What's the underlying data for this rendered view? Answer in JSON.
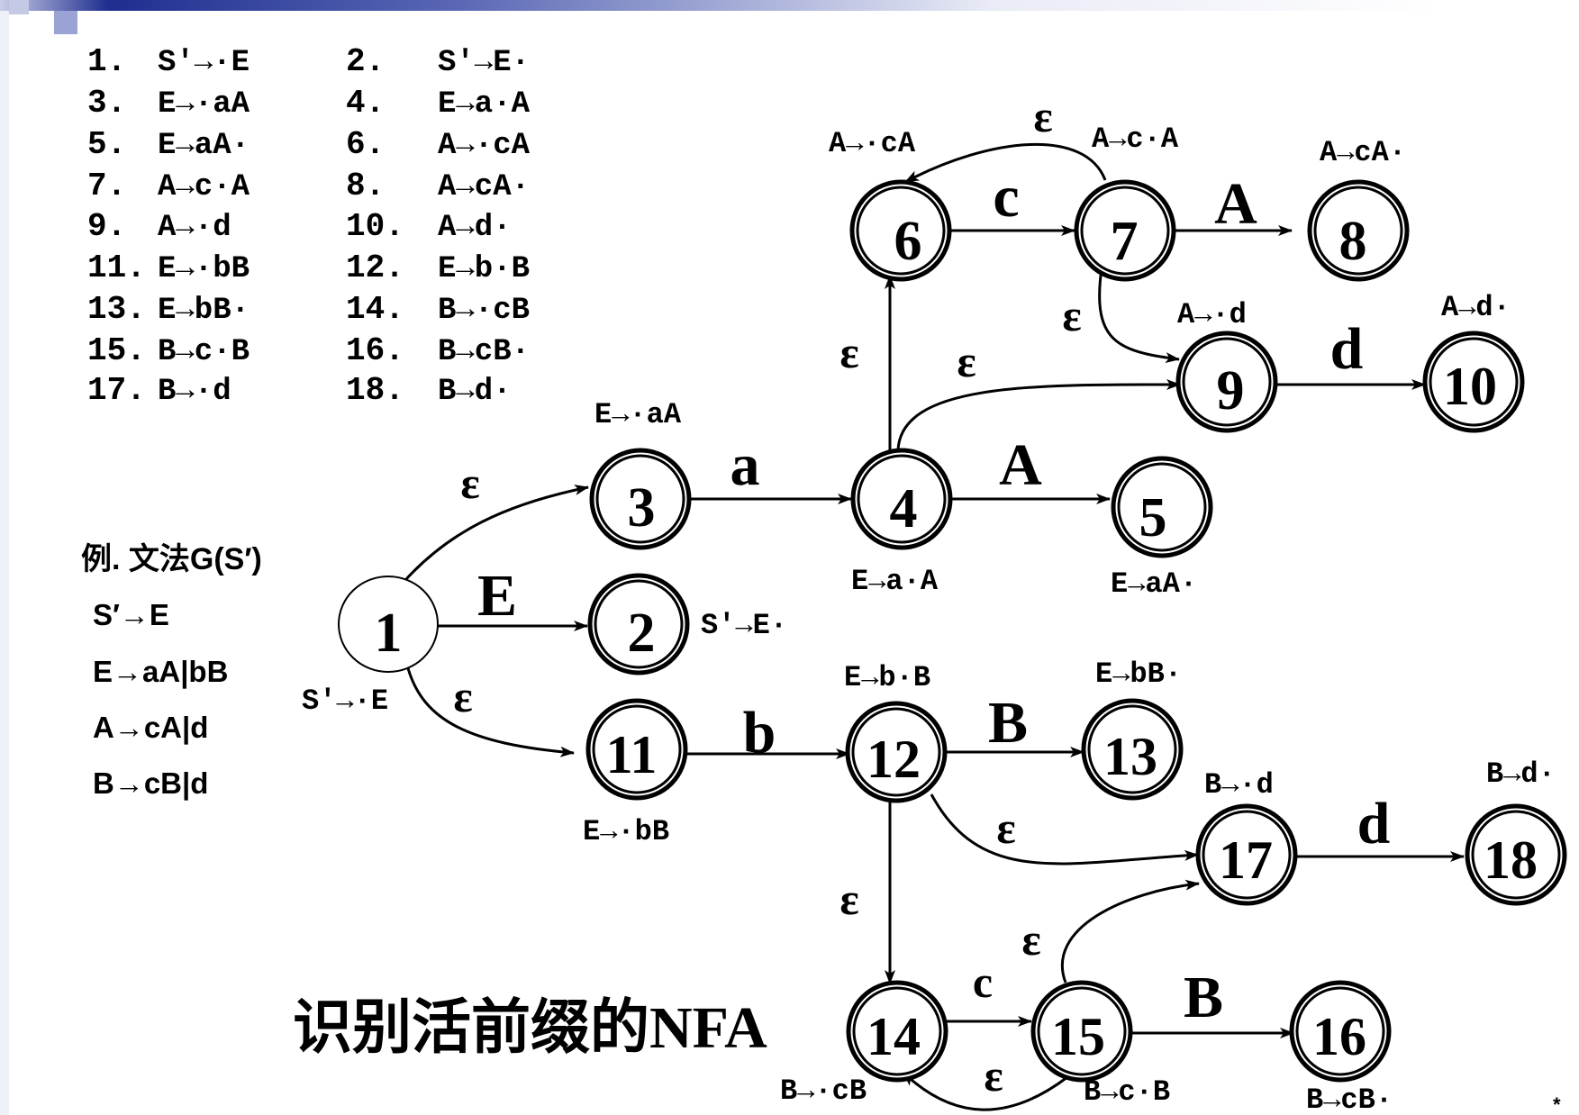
{
  "items": [
    {
      "num": "1.",
      "text": "S′→·E"
    },
    {
      "num": "2.",
      "text": "S′→E·"
    },
    {
      "num": "3.",
      "text": "E→·aA"
    },
    {
      "num": "4.",
      "text": "E→a·A"
    },
    {
      "num": "5.",
      "text": "E→aA·"
    },
    {
      "num": "6.",
      "text": "A→·cA"
    },
    {
      "num": "7.",
      "text": "A→c·A"
    },
    {
      "num": "8.",
      "text": "A→cA·"
    },
    {
      "num": "9.",
      "text": "A→·d"
    },
    {
      "num": "10.",
      "text": "A→d·"
    },
    {
      "num": "11.",
      "text": "E→·bB"
    },
    {
      "num": "12.",
      "text": "E→b·B"
    },
    {
      "num": "13.",
      "text": "E→bB·"
    },
    {
      "num": "14.",
      "text": "B→·cB"
    },
    {
      "num": "15.",
      "text": "B→c·B"
    },
    {
      "num": "16.",
      "text": "B→cB·"
    },
    {
      "num": "17.",
      "text": "B→·d"
    },
    {
      "num": "18.",
      "text": "B→d·"
    }
  ],
  "grammar": {
    "title": "例. 文法G(S′)",
    "rules": [
      "S′→E",
      "E→aA|bB",
      "A→cA|d",
      "B→cB|d"
    ]
  },
  "caption": "识别活前缀的NFA",
  "page_marker": "*",
  "nfa": {
    "states": [
      {
        "id": "1",
        "label": "1",
        "accepting": false,
        "annotation": "S′→·E"
      },
      {
        "id": "2",
        "label": "2",
        "accepting": true,
        "annotation": "S′→E·"
      },
      {
        "id": "3",
        "label": "3",
        "accepting": true,
        "annotation": "E→·aA"
      },
      {
        "id": "4",
        "label": "4",
        "accepting": true,
        "annotation": "E→a·A"
      },
      {
        "id": "5",
        "label": "5",
        "accepting": true,
        "annotation": "E→aA·"
      },
      {
        "id": "6",
        "label": "6",
        "accepting": true,
        "annotation": "A→·cA"
      },
      {
        "id": "7",
        "label": "7",
        "accepting": true,
        "annotation": "A→c·A"
      },
      {
        "id": "8",
        "label": "8",
        "accepting": true,
        "annotation": "A→cA·"
      },
      {
        "id": "9",
        "label": "9",
        "accepting": true,
        "annotation": "A→·d"
      },
      {
        "id": "10",
        "label": "10",
        "accepting": true,
        "annotation": "A→d·"
      },
      {
        "id": "11",
        "label": "11",
        "accepting": true,
        "annotation": "E→·bB"
      },
      {
        "id": "12",
        "label": "12",
        "accepting": true,
        "annotation": "E→b·B"
      },
      {
        "id": "13",
        "label": "13",
        "accepting": true,
        "annotation": "E→bB·"
      },
      {
        "id": "14",
        "label": "14",
        "accepting": true,
        "annotation": "B→·cB"
      },
      {
        "id": "15",
        "label": "15",
        "accepting": true,
        "annotation": "B→c·B"
      },
      {
        "id": "16",
        "label": "16",
        "accepting": true,
        "annotation": "B→cB·"
      },
      {
        "id": "17",
        "label": "17",
        "accepting": true,
        "annotation": "B→·d"
      },
      {
        "id": "18",
        "label": "18",
        "accepting": true,
        "annotation": "B→d·"
      }
    ],
    "transitions": [
      {
        "from": "1",
        "to": "3",
        "label": "ε"
      },
      {
        "from": "1",
        "to": "2",
        "label": "E"
      },
      {
        "from": "1",
        "to": "11",
        "label": "ε"
      },
      {
        "from": "3",
        "to": "4",
        "label": "a"
      },
      {
        "from": "4",
        "to": "5",
        "label": "A"
      },
      {
        "from": "4",
        "to": "6",
        "label": "ε"
      },
      {
        "from": "4",
        "to": "9",
        "label": "ε"
      },
      {
        "from": "6",
        "to": "7",
        "label": "c"
      },
      {
        "from": "7",
        "to": "6",
        "label": "ε"
      },
      {
        "from": "7",
        "to": "8",
        "label": "A"
      },
      {
        "from": "7",
        "to": "9",
        "label": "ε"
      },
      {
        "from": "9",
        "to": "10",
        "label": "d"
      },
      {
        "from": "11",
        "to": "12",
        "label": "b"
      },
      {
        "from": "12",
        "to": "13",
        "label": "B"
      },
      {
        "from": "12",
        "to": "17",
        "label": "ε"
      },
      {
        "from": "12",
        "to": "14",
        "label": "ε"
      },
      {
        "from": "14",
        "to": "15",
        "label": "c"
      },
      {
        "from": "15",
        "to": "14",
        "label": "ε"
      },
      {
        "from": "15",
        "to": "16",
        "label": "B"
      },
      {
        "from": "15",
        "to": "17",
        "label": "ε"
      },
      {
        "from": "17",
        "to": "18",
        "label": "d"
      }
    ]
  }
}
